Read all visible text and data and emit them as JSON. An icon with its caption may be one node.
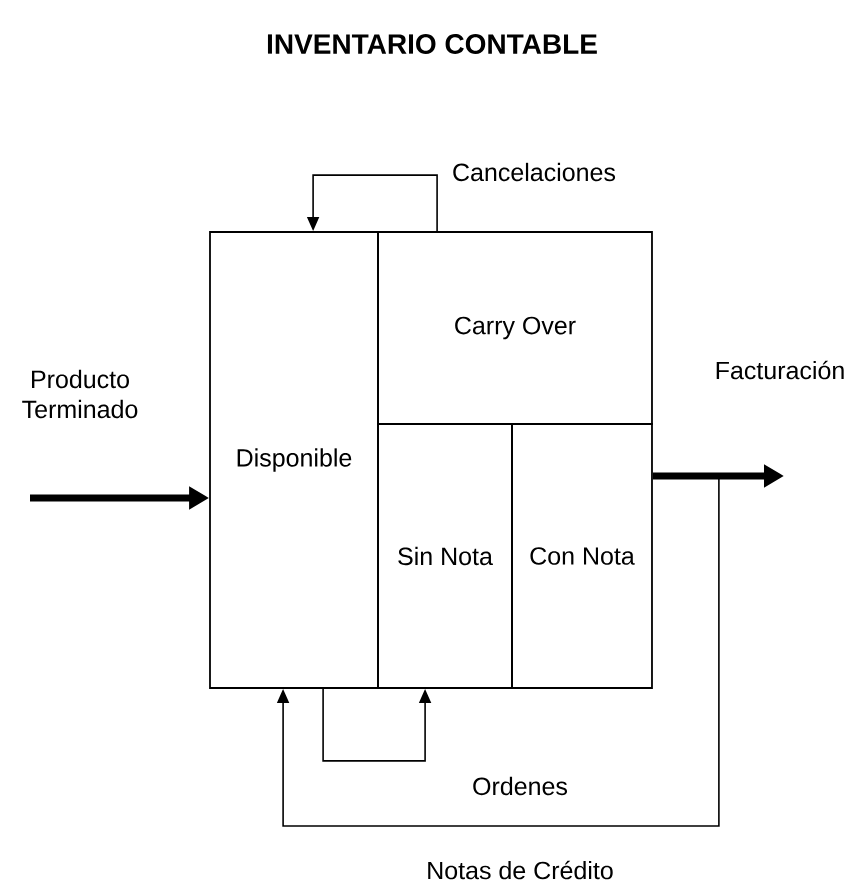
{
  "diagram": {
    "title": "INVENTARIO CONTABLE",
    "nodes": [
      {
        "text": [
          "Disponible"
        ]
      },
      {
        "text": [
          "Carry Over"
        ]
      },
      {
        "text": [
          "Sin Nota"
        ]
      },
      {
        "text": [
          "Con Nota"
        ]
      }
    ],
    "edges": [
      {
        "from": null,
        "to": 0,
        "arrow": "to",
        "style": "thick",
        "label": "Producto Terminado"
      },
      {
        "from": 3,
        "to": null,
        "arrow": "to",
        "style": "thick",
        "label": "Facturación"
      },
      {
        "from": 1,
        "to": 0,
        "arrow": "to",
        "label": "Cancelaciones"
      },
      {
        "from": 0,
        "to": 2,
        "arrow": "to",
        "label": "Ordenes"
      },
      {
        "from": 3,
        "to": 0,
        "arrow": "to",
        "label": "Notas de Crédito"
      }
    ]
  }
}
